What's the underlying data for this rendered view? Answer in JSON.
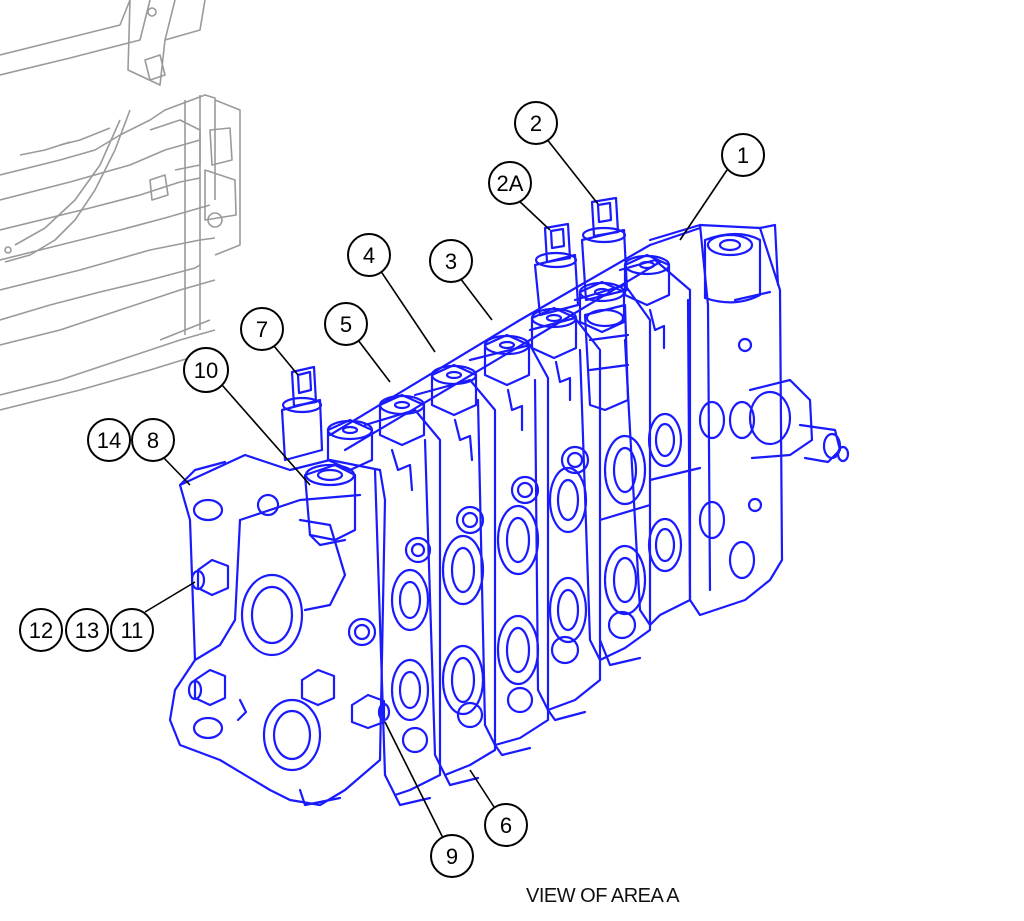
{
  "caption": "VIEW OF AREA A",
  "callouts": {
    "c1": "1",
    "c2": "2",
    "c2a": "2A",
    "c3": "3",
    "c4": "4",
    "c5": "5",
    "c6": "6",
    "c7": "7",
    "c8": "8",
    "c9": "9",
    "c10": "10",
    "c11": "11",
    "c12": "12",
    "c13": "13",
    "c14": "14"
  },
  "colors": {
    "part_line": "#1a1aff",
    "frame_line": "#9a9a9a",
    "leader": "#000000"
  }
}
